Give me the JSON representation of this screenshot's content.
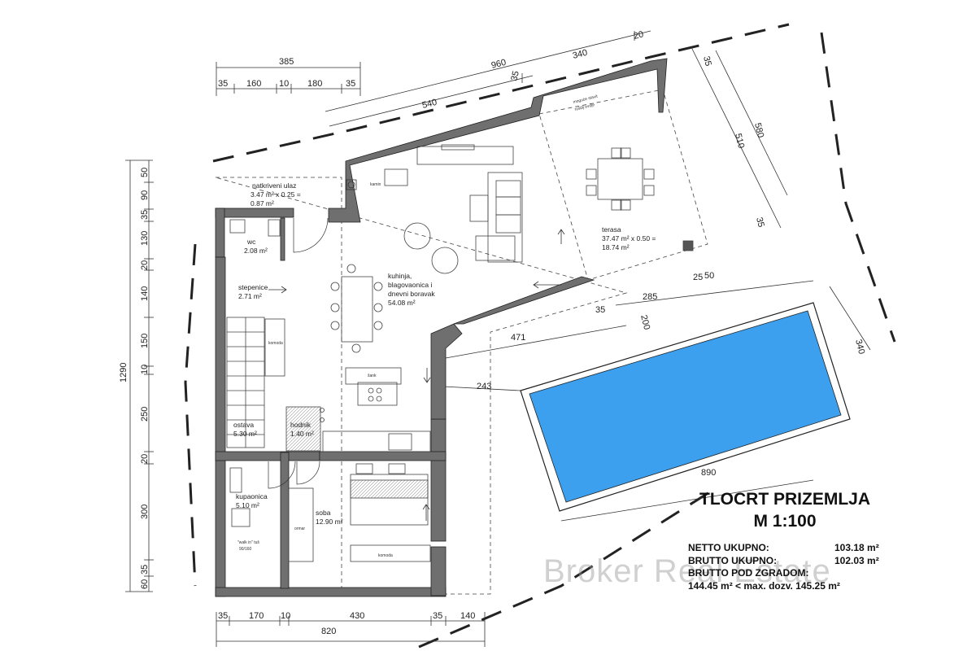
{
  "title": {
    "line1": "TLOCRT PRIZEMLJA",
    "line2": "M 1:100"
  },
  "totals": {
    "netto_label": "NETTO UKUPNO:",
    "netto_value": "103.18 m²",
    "brutto_label": "BRUTTO UKUPNO:",
    "brutto_value": "102.03 m²",
    "pod_label": "BRUTTO POD ZGRADOM:",
    "pod_value": "144.45 m² < max. dozv. 145.25 m²"
  },
  "watermark": "Broker Real Estate",
  "dimensions": {
    "top_385": "385",
    "top_35a": "35",
    "top_160": "160",
    "top_10": "10",
    "top_180": "180",
    "top_35b": "35",
    "diag_960": "960",
    "diag_340": "340",
    "diag_35": "35",
    "diag_20": "20",
    "diag_540": "540",
    "right_35": "35",
    "right_580": "580",
    "right_510": "510",
    "right_35b": "35",
    "pool_285": "285",
    "pool_25": "25",
    "pool_50": "50",
    "pool_35": "35",
    "pool_200": "200",
    "pool_471": "471",
    "pool_340": "340",
    "pool_243": "243",
    "pool_890": "890",
    "left_1290": "1290",
    "left_50": "50",
    "left_90": "90",
    "left_35": "35",
    "left_130": "130",
    "left_20": "20",
    "left_140": "140",
    "left_150": "150",
    "left_10": "10",
    "left_250": "250",
    "left_20b": "20",
    "left_300": "300",
    "left_35b": "35",
    "left_60": "60",
    "bot_35": "35",
    "bot_170": "170",
    "bot_10": "10",
    "bot_430": "430",
    "bot_35b": "35",
    "bot_140": "140",
    "bot_820": "820"
  },
  "rooms": {
    "ulaz": {
      "name": "natkriveni ulaz",
      "area": "3.47 m² x 0.25 =",
      "area2": "0.87 m²"
    },
    "wc": {
      "name": "wc",
      "area": "2.08 m²"
    },
    "stepenice": {
      "name": "stepenice",
      "area": "2.71 m²"
    },
    "dnevni": {
      "name1": "kuhinja,",
      "name2": "blagovaonica i",
      "name3": "dnevni boravak",
      "area": "54.08 m²"
    },
    "terasa": {
      "name": "terasa",
      "area": "37.47 m² x 0.50 =",
      "area2": "18.74 m²"
    },
    "ostava": {
      "name": "ostava",
      "area": "5.30 m²"
    },
    "hodnik": {
      "name": "hodnik",
      "area": "1.40 m²"
    },
    "kupaonica": {
      "name": "kupaonica",
      "area": "5.10 m²"
    },
    "soba": {
      "name": "soba",
      "area": "12.90 m²"
    },
    "walkin": {
      "name": "\"walk in\" tuš",
      "size": "90/160"
    }
  },
  "notes": {
    "kamin": "kamin",
    "komoda1": "komoda",
    "komoda2": "komoda",
    "ormar": "ormar",
    "sank": "šank",
    "roof_note1": "moguće stavit",
    "roof_note2": "roštilj ovdje"
  },
  "colors": {
    "wall": "#6f6f6f",
    "pool": "#3da0ee",
    "line": "#222222"
  }
}
